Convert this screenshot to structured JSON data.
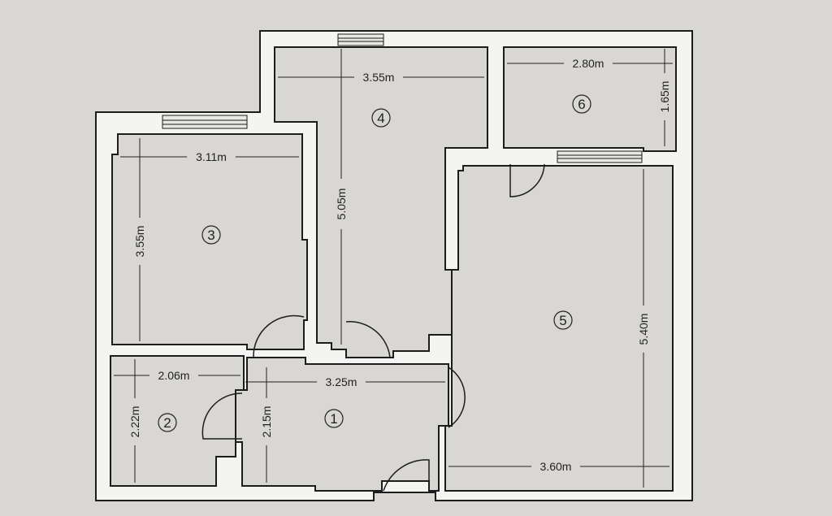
{
  "floor_plan": {
    "rooms": [
      {
        "number": "1"
      },
      {
        "number": "2"
      },
      {
        "number": "3"
      },
      {
        "number": "4"
      },
      {
        "number": "5"
      },
      {
        "number": "6"
      }
    ],
    "dimensions": {
      "room1_width": "3.25m",
      "room1_height": "2.15m",
      "room2_width": "2.06m",
      "room2_height": "2.22m",
      "room3_width": "3.11m",
      "room3_height": "3.55m",
      "room4_width": "3.55m",
      "room4_height": "5.05m",
      "room5_width": "3.60m",
      "room5_height": "5.40m",
      "room6_width": "2.80m",
      "room6_height": "1.65m"
    },
    "colors": {
      "background": "#d9d7d4",
      "wall": "#ffffff",
      "line": "#1c1c1c"
    }
  }
}
